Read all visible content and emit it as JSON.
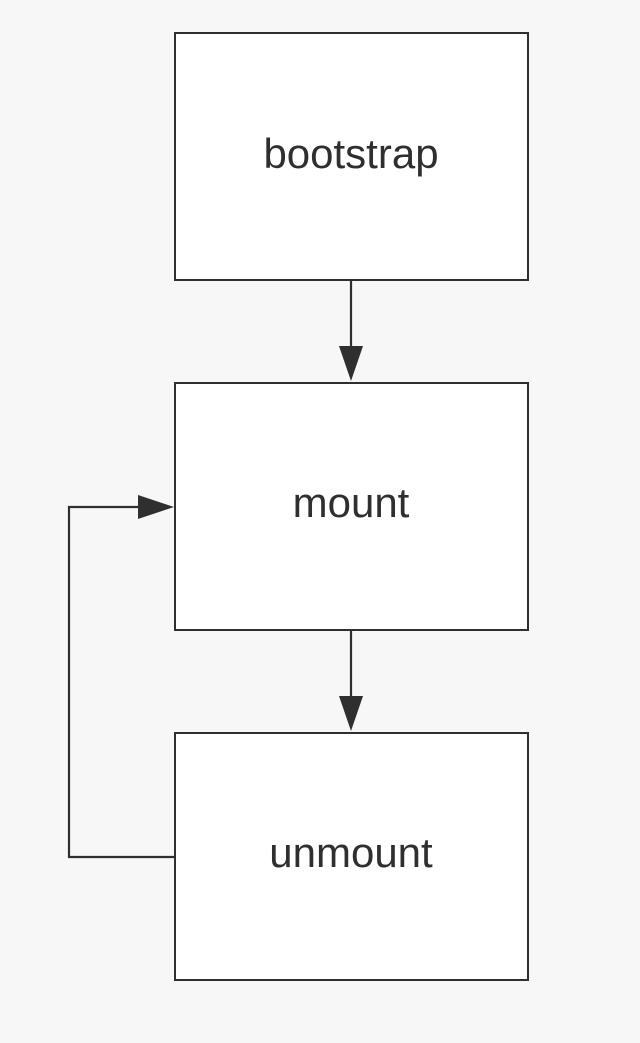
{
  "diagram": {
    "type": "flowchart",
    "nodes": [
      {
        "id": "bootstrap",
        "label": "bootstrap"
      },
      {
        "id": "mount",
        "label": "mount"
      },
      {
        "id": "unmount",
        "label": "unmount"
      }
    ],
    "edges": [
      {
        "from": "bootstrap",
        "to": "mount"
      },
      {
        "from": "mount",
        "to": "unmount"
      },
      {
        "from": "unmount",
        "to": "mount"
      }
    ],
    "colors": {
      "background": "#f7f7f7",
      "node_fill": "#ffffff",
      "stroke": "#2f2f2f",
      "text": "#2f2f2f"
    }
  }
}
